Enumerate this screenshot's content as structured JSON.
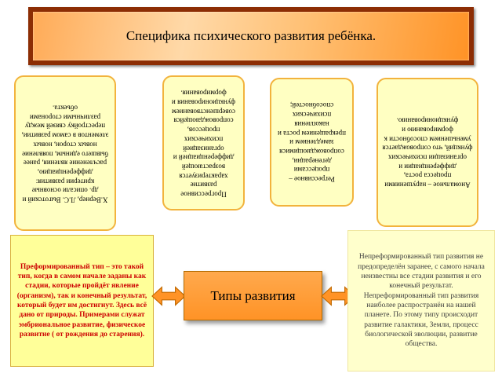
{
  "title": "Специфика психического развития ребёнка.",
  "criteria_boxes": [
    {
      "name": "development-criteria",
      "text": "Х.Вернер, Л.С. Выготский и др. описали основные критерии развития: дифференциацию, расчленение явления, ранее бывшего единым, появление новых сторон, новых элементов в самом развитии, перестройку связей между различными сторонами объекта."
    },
    {
      "name": "progressive-development",
      "text": "Прогрессивное развитие характеризуется возрастающей дифференциацией и организацией психических процессов, сопровождающейся совершенствованием функционирования и формирования."
    },
    {
      "name": "regressive-development",
      "text": "Регрессивное – процессами дегенерации, сопровождающимися замедлением и прекращением роста и накопления психических способностей;"
    },
    {
      "name": "anomalous-development",
      "text": "Аномальное – нарушениями процесса роста, дифференциации и организации психических функций, что сопровождается уменьшением способности к формированию и функционированию."
    }
  ],
  "center_box": {
    "label": "Типы развития"
  },
  "preformed_box": {
    "text": "Преформированный тип – это такой тип, когда в самом начале заданы как стадии, которые пройдёт явление (организм), так и конечный результат, который будет им достигнут. Здесь всё дано от природы. Примерами служат эмбриональное развитие, физическое развитие ( от рождения до старения)."
  },
  "unpreformed_box": {
    "text": "Непреформированный тип развития не предопределён заранее, с самого начала неизвестны все стадии развития и его конечный результат. Непреформированный тип развития наиболее распространён на нашей планете. По этому типу происходит развитие галактики, Земли, процесс биологической эволюции, развитие общества."
  },
  "colors": {
    "banner_border": "#8c2d04",
    "banner_fill": "#ff9326",
    "note_fill": "#ffffc2",
    "note_border": "#f2b33d",
    "preformed_fill": "#ffff99",
    "preformed_text": "#cc0000",
    "unpreformed_fill": "#ffffcc",
    "center_fill": "#ff9326",
    "arrow_fill": "#ff9326",
    "arrow_outline": "#c26a00"
  }
}
